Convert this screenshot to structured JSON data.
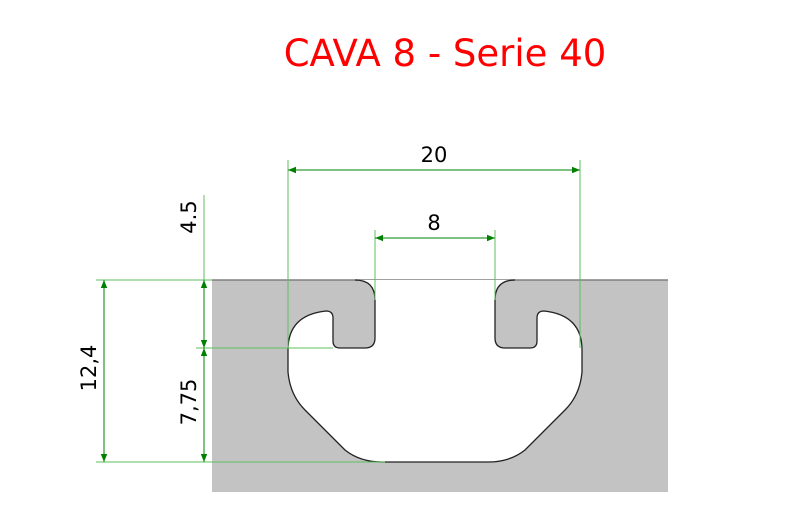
{
  "title": "CAVA 8 - Serie 40",
  "dimensions": {
    "overall_width": "20",
    "opening_width": "8",
    "total_depth": "12,4",
    "lip_depth": "4.5",
    "lower_depth": "7,75"
  },
  "colors": {
    "title": "#ff0000",
    "dimension_lines": "#008000",
    "material": "#c3c3c3"
  }
}
